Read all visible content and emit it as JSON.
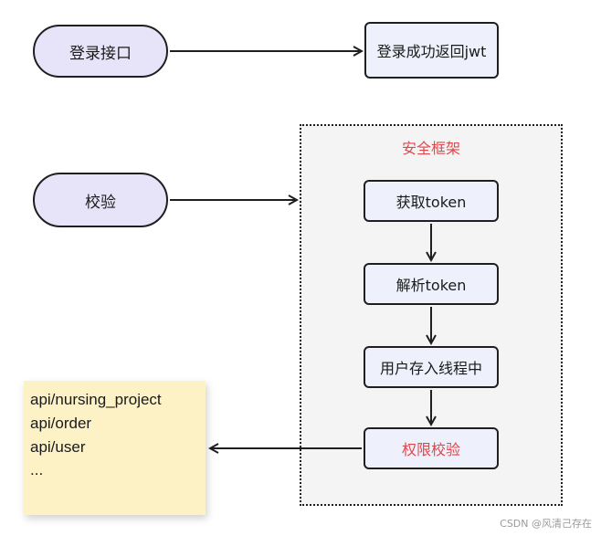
{
  "nodes": {
    "login_api": "登录接口",
    "login_success": "登录成功返回jwt",
    "verify": "校验",
    "get_token": "获取token",
    "parse_token": "解析token",
    "store_user": "用户存入线程中",
    "permission_check": "权限校验"
  },
  "frame": {
    "title": "安全框架"
  },
  "note": {
    "lines": [
      "api/nursing_project",
      "api/order",
      "api/user",
      "..."
    ]
  },
  "watermark": "CSDN @风清己存在",
  "colors": {
    "pill_fill": "#e7e4f9",
    "box_fill": "#eef1fb",
    "frame_fill": "#f4f4f4",
    "note_fill": "#fdf1c6",
    "accent_red": "#e0474c",
    "stroke": "#1f1f1f"
  }
}
